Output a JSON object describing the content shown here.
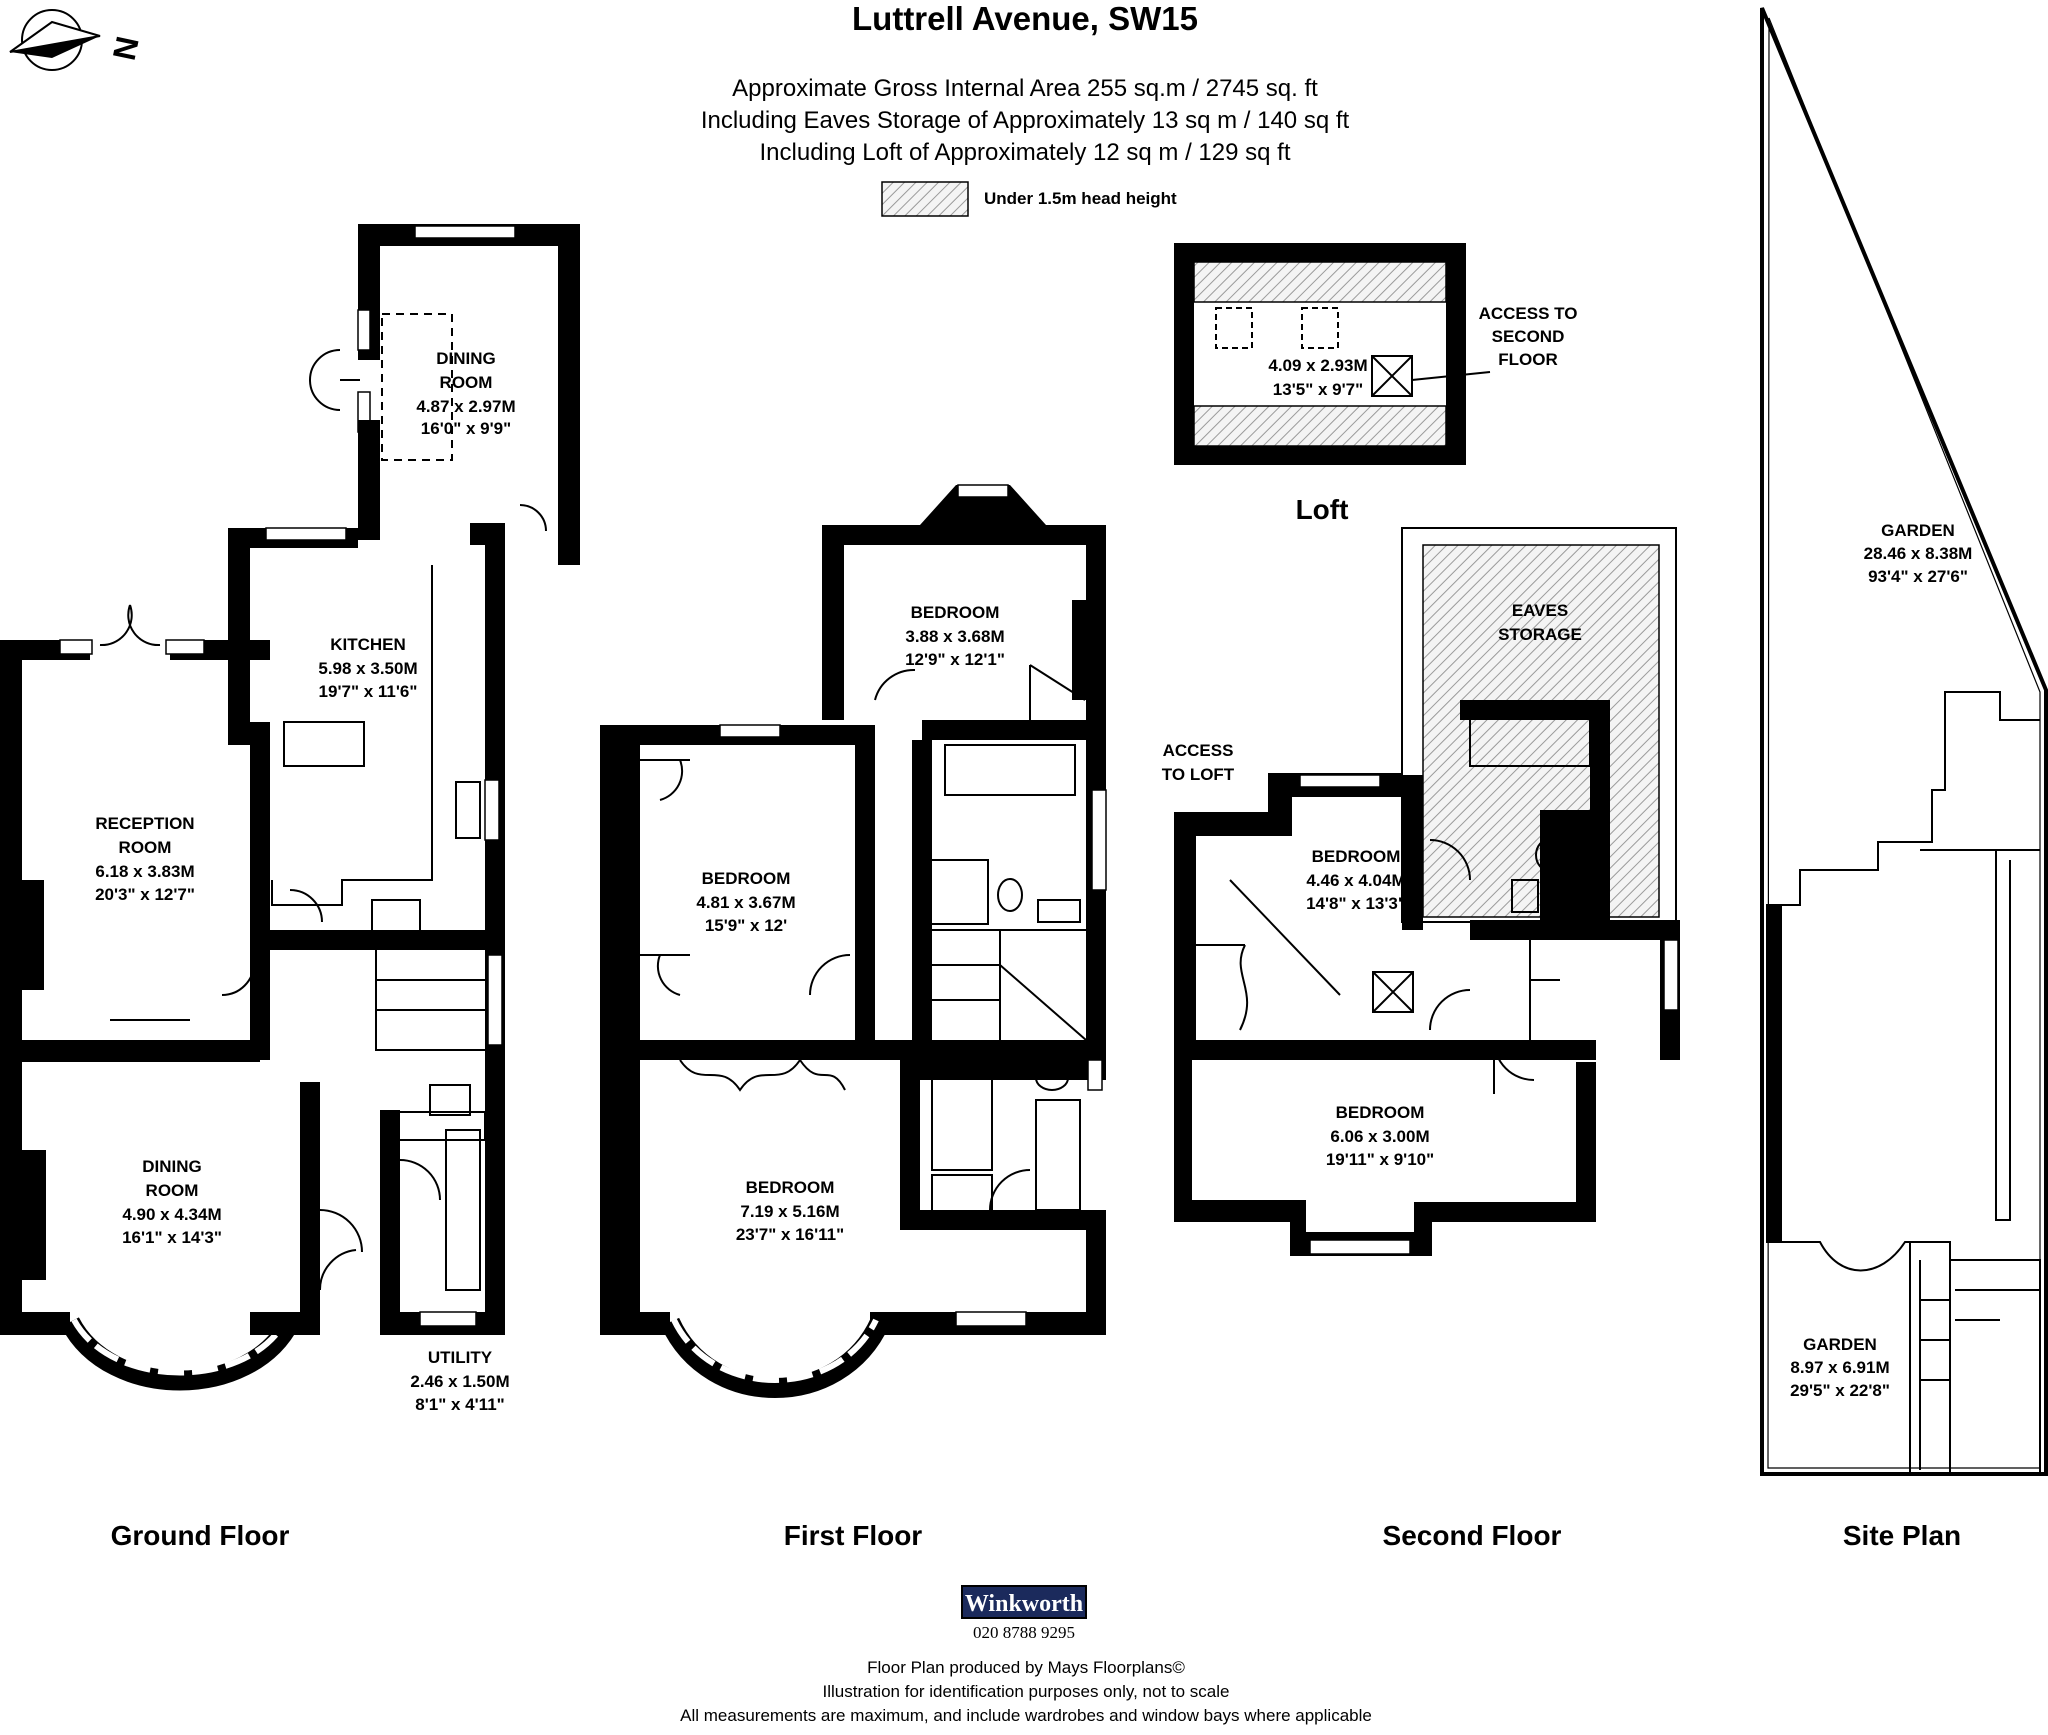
{
  "header": {
    "title": "Luttrell Avenue, SW15",
    "area_lines": [
      "Approximate Gross Internal Area 255 sq.m  /  2745 sq. ft",
      "Including Eaves Storage of Approximately 13 sq m /  140 sq ft",
      "Including Loft of Approximately 12 sq m /  129 sq ft"
    ],
    "legend_label": "Under 1.5m head height"
  },
  "compass": {
    "label": "N"
  },
  "ground_floor": {
    "label": "Ground Floor",
    "rooms": [
      {
        "name": [
          "DINING",
          "ROOM"
        ],
        "metric": "4.87 x 2.97M",
        "imperial": "16'0\" x 9'9\""
      },
      {
        "name": [
          "KITCHEN"
        ],
        "metric": "5.98 x 3.50M",
        "imperial": "19'7\" x 11'6\""
      },
      {
        "name": [
          "RECEPTION",
          "ROOM"
        ],
        "metric": "6.18 x 3.83M",
        "imperial": "20'3\" x 12'7\""
      },
      {
        "name": [
          "DINING",
          "ROOM"
        ],
        "metric": "4.90 x 4.34M",
        "imperial": "16'1\" x 14'3\""
      },
      {
        "name": [
          "UTILITY"
        ],
        "metric": "2.46 x 1.50M",
        "imperial": "8'1\" x 4'11\""
      }
    ]
  },
  "first_floor": {
    "label": "First Floor",
    "rooms": [
      {
        "name": [
          "BEDROOM"
        ],
        "metric": "3.88 x 3.68M",
        "imperial": "12'9\" x 12'1\""
      },
      {
        "name": [
          "BEDROOM"
        ],
        "metric": "4.81 x 3.67M",
        "imperial": "15'9\" x 12'"
      },
      {
        "name": [
          "BEDROOM"
        ],
        "metric": "7.19 x 5.16M",
        "imperial": "23'7\" x 16'11\""
      }
    ]
  },
  "second_floor": {
    "label": "Second Floor",
    "rooms": [
      {
        "name": [
          "BEDROOM"
        ],
        "metric": "4.46 x 4.04M",
        "imperial": "14'8\" x 13'3\""
      },
      {
        "name": [
          "BEDROOM"
        ],
        "metric": "6.06 x 3.00M",
        "imperial": "19'11\" x 9'10\""
      }
    ],
    "eaves_label": [
      "EAVES",
      "STORAGE"
    ],
    "access_to_loft": [
      "ACCESS",
      "TO LOFT"
    ]
  },
  "loft": {
    "label": "Loft",
    "metric": "4.09 x 2.93M",
    "imperial": "13'5\" x 9'7\"",
    "access_label": [
      "ACCESS TO",
      "SECOND",
      "FLOOR"
    ]
  },
  "site_plan": {
    "label": "Site Plan",
    "gardens": [
      {
        "name": [
          "GARDEN"
        ],
        "metric": "28.46 x 8.38M",
        "imperial": "93'4\" x 27'6\""
      },
      {
        "name": [
          "GARDEN"
        ],
        "metric": "8.97 x 6.91M",
        "imperial": "29'5\" x 22'8\""
      }
    ]
  },
  "footer": {
    "brand": "Winkworth",
    "phone": "020 8788 9295",
    "lines": [
      "Floor Plan produced by Mays Floorplans©",
      "Illustration for identification purposes only, not to scale",
      "All measurements are maximum, and include wardrobes and window bays where applicable"
    ]
  },
  "colors": {
    "walls": "#000000",
    "background": "#ffffff",
    "brand_bg": "#1b2a5c"
  }
}
